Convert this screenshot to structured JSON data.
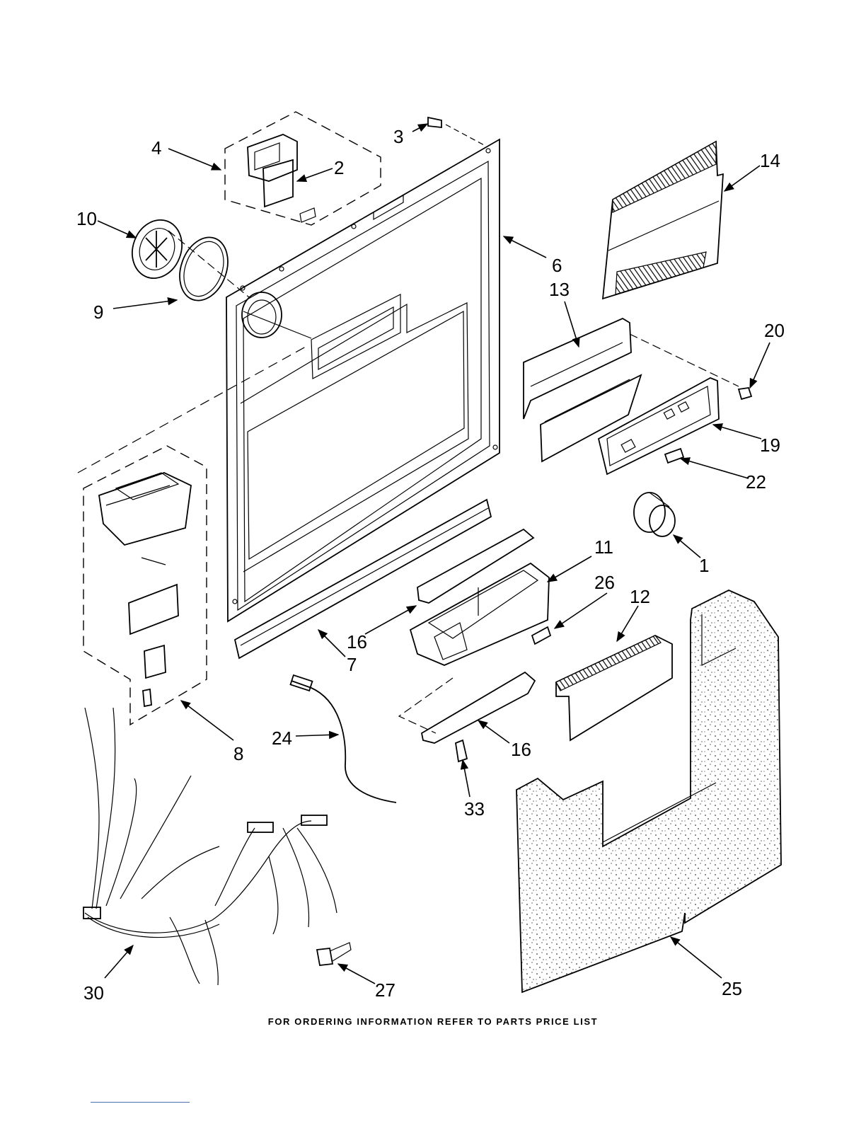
{
  "callouts": {
    "c1": "1",
    "c2": "2",
    "c3": "3",
    "c4": "4",
    "c6": "6",
    "c7": "7",
    "c8": "8",
    "c9": "9",
    "c10": "10",
    "c11": "11",
    "c12": "12",
    "c13": "13",
    "c14": "14",
    "c16a": "16",
    "c16b": "16",
    "c19": "19",
    "c20": "20",
    "c22": "22",
    "c24": "24",
    "c25": "25",
    "c26": "26",
    "c27": "27",
    "c30": "30",
    "c33": "33"
  },
  "footer_text": "FOR ORDERING INFORMATION REFER TO PARTS PRICE LIST"
}
